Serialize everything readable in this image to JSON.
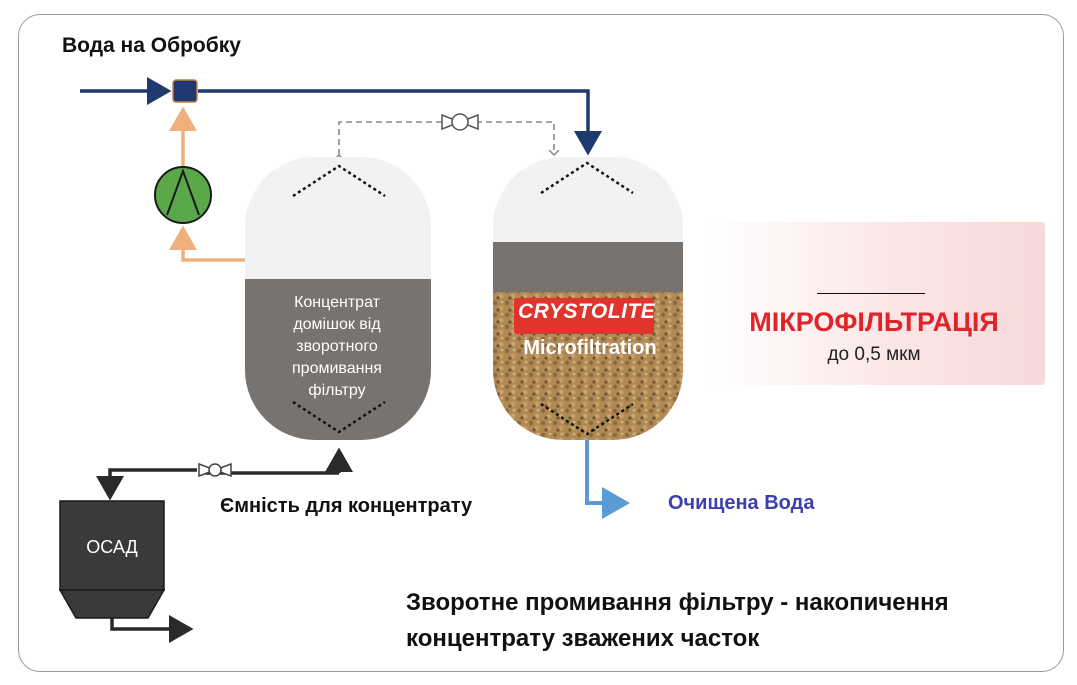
{
  "labels": {
    "inlet": "Вода на Обробку",
    "concentrate_tank": "Ємність для концентрату",
    "clean_water": "Очищена Вода",
    "sediment": "ОСАД",
    "caption_line1": "Зворотне промивання фільтру - накопичення",
    "caption_line2": "концентрату зважених часток"
  },
  "left_tank": {
    "text_lines": [
      "Концентрат",
      "домішок від",
      "зворотного",
      "промивання",
      "фільтру"
    ]
  },
  "right_tank": {
    "brand": "CRYSTOLITE",
    "brand_sub": "Microfiltration"
  },
  "panel": {
    "title": "МІКРОФІЛЬТРАЦІЯ",
    "subtitle": "до 0,5 мкм"
  },
  "colors": {
    "water_line": "#1f3a6e",
    "pump_line": "#f0b07e",
    "pump": "#5aa84a",
    "sludge_line": "#2a2a2a",
    "clean_line": "#5b9bd5",
    "tank_top": "#f1f2f4",
    "tank_sludge": "#767371",
    "media": "#b38a52",
    "accent_red": "#e1242b"
  }
}
